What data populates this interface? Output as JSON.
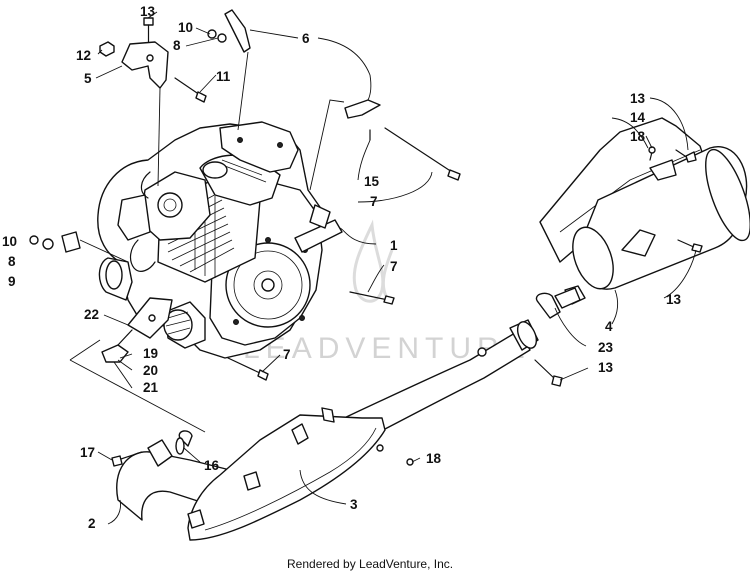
{
  "watermark": {
    "text": "LEADVENTURE"
  },
  "credit": {
    "text": "Rendered by LeadVenture, Inc."
  },
  "callouts": [
    {
      "id": "c13a",
      "text": "13"
    },
    {
      "id": "c10a",
      "text": "10"
    },
    {
      "id": "c8a",
      "text": "8"
    },
    {
      "id": "c12",
      "text": "12"
    },
    {
      "id": "c5",
      "text": "5"
    },
    {
      "id": "c11",
      "text": "11"
    },
    {
      "id": "c6",
      "text": "6"
    },
    {
      "id": "c15",
      "text": "15"
    },
    {
      "id": "c7a",
      "text": "7"
    },
    {
      "id": "c1",
      "text": "1"
    },
    {
      "id": "c7b",
      "text": "7"
    },
    {
      "id": "c10b",
      "text": "10"
    },
    {
      "id": "c8b",
      "text": "8"
    },
    {
      "id": "c9",
      "text": "9"
    },
    {
      "id": "c22",
      "text": "22"
    },
    {
      "id": "c19",
      "text": "19"
    },
    {
      "id": "c20",
      "text": "20"
    },
    {
      "id": "c21",
      "text": "21"
    },
    {
      "id": "c7c",
      "text": "7"
    },
    {
      "id": "c13b",
      "text": "13"
    },
    {
      "id": "c14",
      "text": "14"
    },
    {
      "id": "c18a",
      "text": "18"
    },
    {
      "id": "c13c",
      "text": "13"
    },
    {
      "id": "c4",
      "text": "4"
    },
    {
      "id": "c23",
      "text": "23"
    },
    {
      "id": "c13d",
      "text": "13"
    },
    {
      "id": "c17",
      "text": "17"
    },
    {
      "id": "c16",
      "text": "16"
    },
    {
      "id": "c18b",
      "text": "18"
    },
    {
      "id": "c2",
      "text": "2"
    },
    {
      "id": "c3",
      "text": "3"
    }
  ]
}
